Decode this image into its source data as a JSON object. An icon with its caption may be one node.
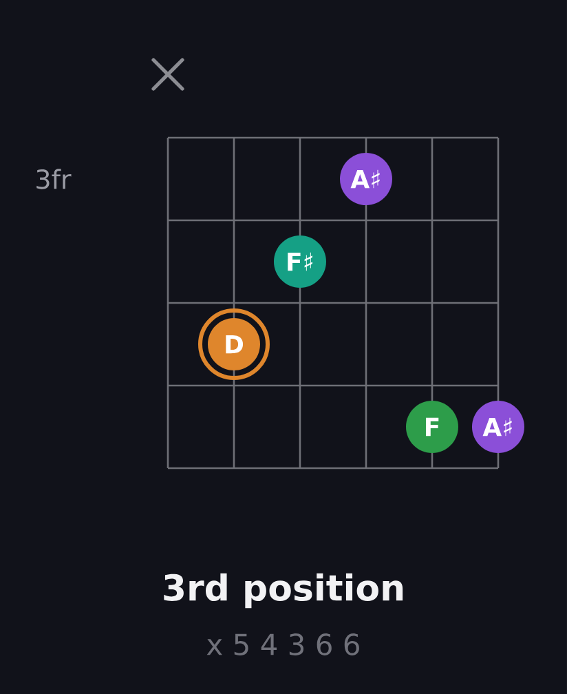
{
  "diagram": {
    "title": "3rd position",
    "nodes": [
      {
        "text": [
          "A♯"
        ]
      },
      {
        "text": [
          "F♯"
        ]
      },
      {
        "text": [
          "D"
        ]
      },
      {
        "text": [
          "F"
        ]
      },
      {
        "text": [
          "A♯"
        ]
      }
    ],
    "labels": [
      "3fr",
      "x 5 4 3 6 6"
    ]
  }
}
